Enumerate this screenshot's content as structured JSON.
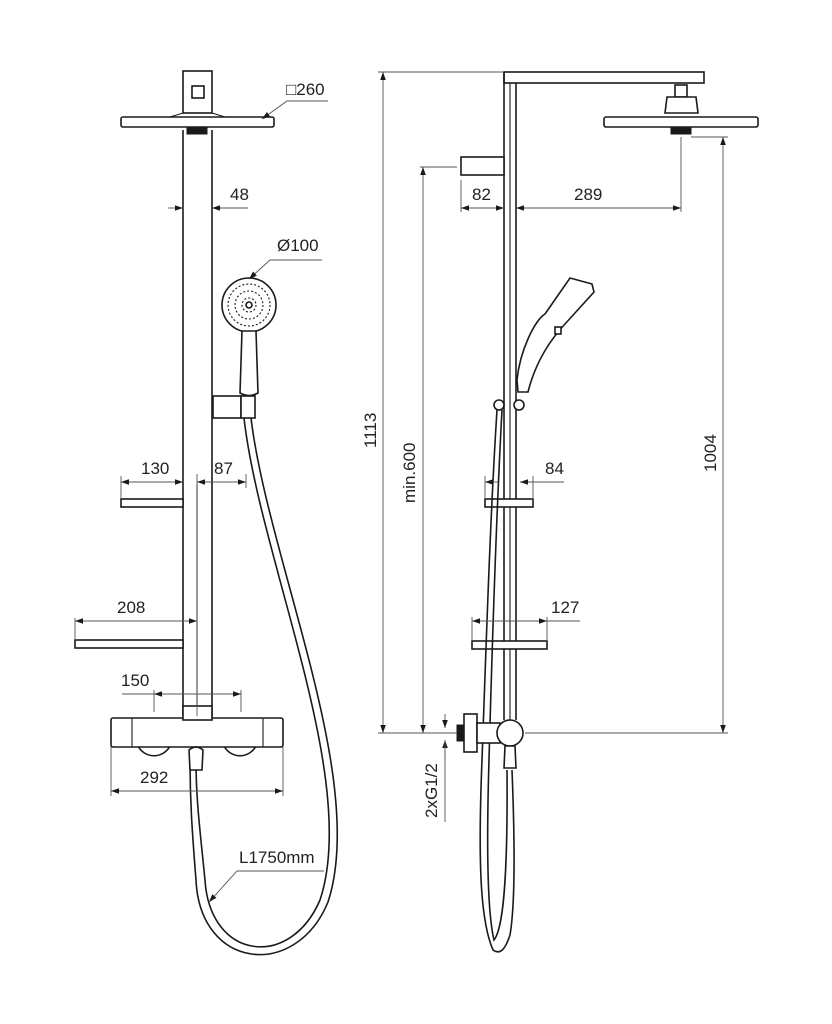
{
  "drawing": {
    "title": "Shower system dimension drawing",
    "colors": {
      "line": "#1a1a1a",
      "dimension": "#555555",
      "background": "#ffffff"
    },
    "front_view": {
      "dimensions": {
        "overhead_shower_size": "□260",
        "rail_width": "48",
        "hand_shower_diameter": "Ø100",
        "small_shelf_depth": "130",
        "rail_to_hose": "87",
        "large_shelf_depth": "208",
        "inlet_spacing": "150",
        "mixer_width": "292",
        "hose_length": "L1750mm"
      }
    },
    "side_view": {
      "dimensions": {
        "wall_to_rail": "82",
        "arm_projection": "289",
        "total_height": "1113",
        "min_height": "min.600",
        "shower_head_height": "1004",
        "small_shelf_depth": "84",
        "large_shelf_depth": "127",
        "connection": "2xG1/2"
      }
    }
  }
}
